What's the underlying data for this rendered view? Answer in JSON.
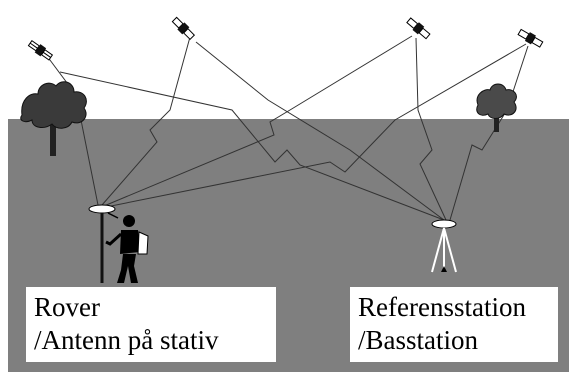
{
  "labels": {
    "rover_line1": "Rover",
    "rover_line2": "/Antenn på stativ",
    "reference_line1": "Referensstation",
    "reference_line2": "/Basstation"
  },
  "colors": {
    "ground": "#7f7f7f",
    "sky": "#ffffff",
    "line": "#3a3a3a"
  },
  "icons": [
    "satellite-icon",
    "tree-icon",
    "surveyor-icon",
    "antenna-icon",
    "tripod-icon"
  ]
}
